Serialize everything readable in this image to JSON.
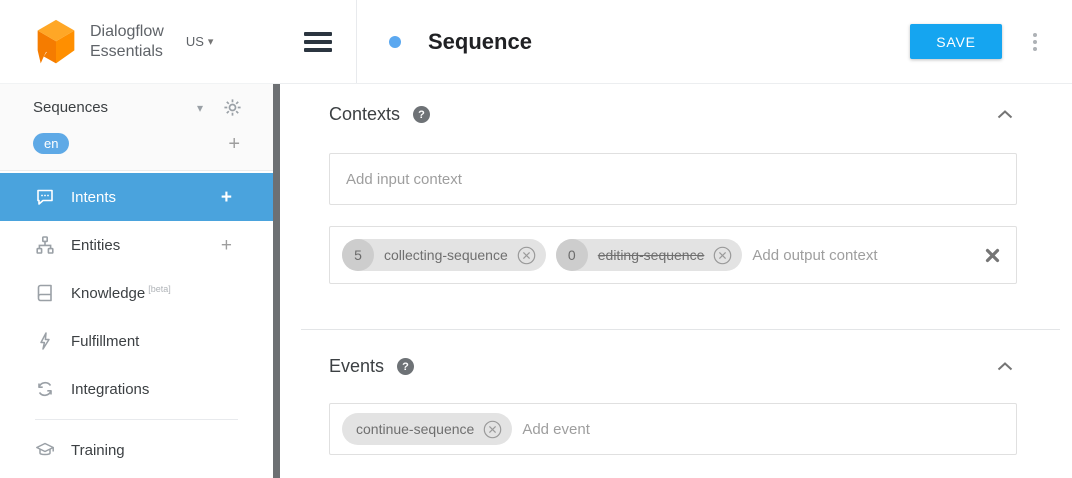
{
  "brand": {
    "name_line1": "Dialogflow",
    "name_line2": "Essentials",
    "region": "US",
    "logo_icon": "orange-cube-speech-bubble"
  },
  "toolbar": {
    "title": "Sequence",
    "save_label": "SAVE",
    "menu_icon": "hamburger",
    "more_icon": "kebab-vertical-dots"
  },
  "sidebar": {
    "agent_name": "Sequences",
    "agent_caret_icon": "caret-down",
    "settings_icon": "gear",
    "language_badge": "en",
    "add_language_label": "+",
    "items": [
      {
        "label": "Intents",
        "icon": "chat-bubble-icon",
        "active": true,
        "add_label": "+"
      },
      {
        "label": "Entities",
        "icon": "hierarchy-icon",
        "active": false,
        "add_label": "+"
      },
      {
        "label": "Knowledge",
        "icon": "book-icon",
        "active": false,
        "badge": "[beta]"
      },
      {
        "label": "Fulfillment",
        "icon": "bolt-icon",
        "active": false
      },
      {
        "label": "Integrations",
        "icon": "sync-arrows-icon",
        "active": false
      },
      {
        "label": "Training",
        "icon": "graduation-cap-icon",
        "active": false
      }
    ]
  },
  "contexts": {
    "heading": "Contexts",
    "help_icon": "?",
    "collapse_icon": "chevron-up",
    "input_placeholder": "Add input context",
    "output_placeholder": "Add output context",
    "output_chips": [
      {
        "lifespan": "5",
        "name": "collecting-sequence",
        "strikethrough": false
      },
      {
        "lifespan": "0",
        "name": "editing-sequence",
        "strikethrough": true
      }
    ],
    "clear_icon": "bold-x"
  },
  "events": {
    "heading": "Events",
    "help_icon": "?",
    "collapse_icon": "chevron-up",
    "placeholder": "Add event",
    "chips": [
      {
        "name": "continue-sequence"
      }
    ]
  },
  "colors": {
    "save_button": "#15a5f0",
    "active_menu_item": "#4aa3dd",
    "language_badge": "#5ea9e6",
    "title_dot": "#5ba8f0",
    "brand_orange": "#ff8f00",
    "chip_background": "#e3e3e3",
    "scrollbar_thumb": "#6d7073"
  }
}
